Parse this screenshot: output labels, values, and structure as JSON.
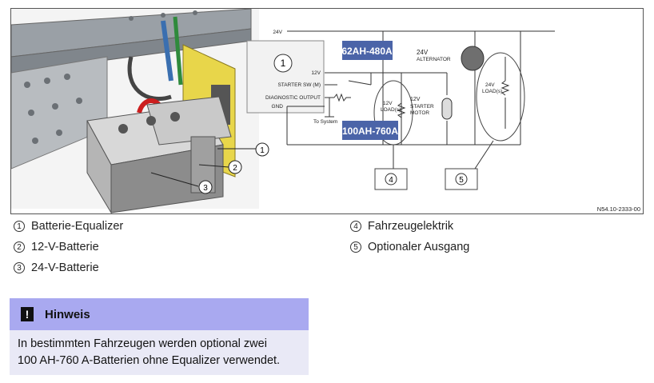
{
  "figure": {
    "ref_code": "N54.10-2333-00",
    "photo_callouts": [
      "1",
      "2",
      "3"
    ],
    "schematic": {
      "equalizer_num": "1",
      "pins": {
        "v24": "24V",
        "v12": "12V",
        "starter": "STARTER SW (M)",
        "diag": "DIAGNOSTIC OUTPUT",
        "gnd": "GND"
      },
      "to_system": "To System",
      "battery_top": "62AH-480A",
      "battery_bottom": "100AH-760A",
      "alternator_v": "24V",
      "alternator": "ALTERNATOR",
      "starter_v": "12V",
      "starter_l1": "STARTER",
      "starter_l2": "MOTOR",
      "load12_v": "12V",
      "load12_l": "LOAD(s)",
      "load24_v": "24V",
      "load24_l": "LOAD(s)",
      "callout4": "4",
      "callout5": "5"
    }
  },
  "legend": [
    {
      "num": "1",
      "text": "Batterie-Equalizer"
    },
    {
      "num": "2",
      "text": "12-V-Batterie"
    },
    {
      "num": "3",
      "text": "24-V-Batterie"
    },
    {
      "num": "4",
      "text": "Fahrzeugelektrik"
    },
    {
      "num": "5",
      "text": "Optionaler Ausgang"
    }
  ],
  "note": {
    "title": "Hinweis",
    "icon": "exclamation-icon",
    "line1": "In bestimmten Fahrzeugen werden optional zwei",
    "line2": "100 AH-760 A-Batterien ohne Equalizer verwendet."
  }
}
